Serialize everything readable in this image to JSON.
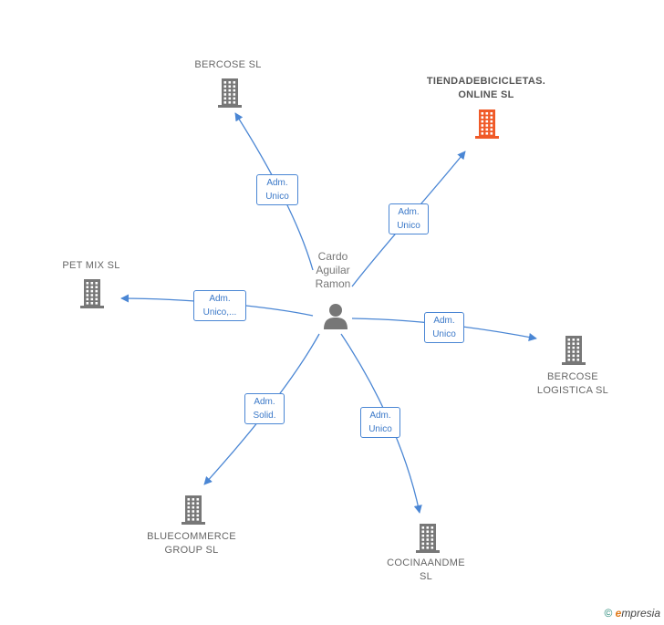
{
  "center": {
    "name": "Cardo\nAguilar\nRamon",
    "icon": "person-icon"
  },
  "companies": [
    {
      "id": "bercose",
      "name": "BERCOSE SL",
      "highlight": false
    },
    {
      "id": "tienda",
      "name": "TIENDADEBICICLETAS.\nONLINE  SL",
      "highlight": true
    },
    {
      "id": "petmix",
      "name": "PET MIX  SL",
      "highlight": false
    },
    {
      "id": "bercose-log",
      "name": "BERCOSE\nLOGISTICA  SL",
      "highlight": false
    },
    {
      "id": "bluecommerce",
      "name": "BLUECOMMERCE\nGROUP  SL",
      "highlight": false
    },
    {
      "id": "cocina",
      "name": "COCINAANDME\nSL",
      "highlight": false
    }
  ],
  "relations": [
    {
      "to": "bercose",
      "label": "Adm.\nUnico"
    },
    {
      "to": "tienda",
      "label": "Adm.\nUnico"
    },
    {
      "to": "petmix",
      "label": "Adm.\nUnico,..."
    },
    {
      "to": "bercose-log",
      "label": "Adm.\nUnico"
    },
    {
      "to": "bluecommerce",
      "label": "Adm.\nSolid."
    },
    {
      "to": "cocina",
      "label": "Adm.\nUnico"
    }
  ],
  "colors": {
    "edge": "#4a86d4",
    "node": "#777777",
    "highlight": "#f05a28"
  },
  "footer": {
    "copyright": "©",
    "brand_initial": "e",
    "brand_rest": "mpresia"
  }
}
